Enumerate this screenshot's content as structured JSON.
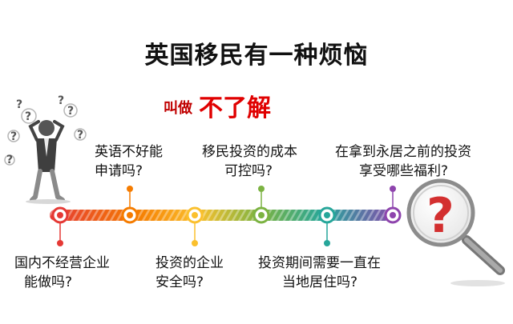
{
  "title": "英国移民有一种烦恼",
  "subtitle": {
    "prefix": "叫做",
    "emphasis": "不了解"
  },
  "timeline_labels": [
    {
      "line1": "国内不经营企业",
      "line2": "能做吗?"
    },
    {
      "line1": "英语不好能",
      "line2": "申请吗?"
    },
    {
      "line1": "投资的企业",
      "line2": "安全吗?"
    },
    {
      "line1": "移民投资的成本",
      "line2": "可控吗?"
    },
    {
      "line1": "投资期间需要一直在",
      "line2": "当地居住吗?"
    },
    {
      "line1": "在拿到永居之前的投资",
      "line2": "享受哪些福利?"
    }
  ],
  "colors": {
    "node1": "#e53935",
    "node2": "#f57c00",
    "node3": "#fbc02d",
    "node4": "#7cb342",
    "node5": "#26a69a",
    "node6": "#8e44ad",
    "question_mark": "#d32f2f"
  },
  "icons": [
    "question-person-icon",
    "magnifier-question-icon"
  ]
}
